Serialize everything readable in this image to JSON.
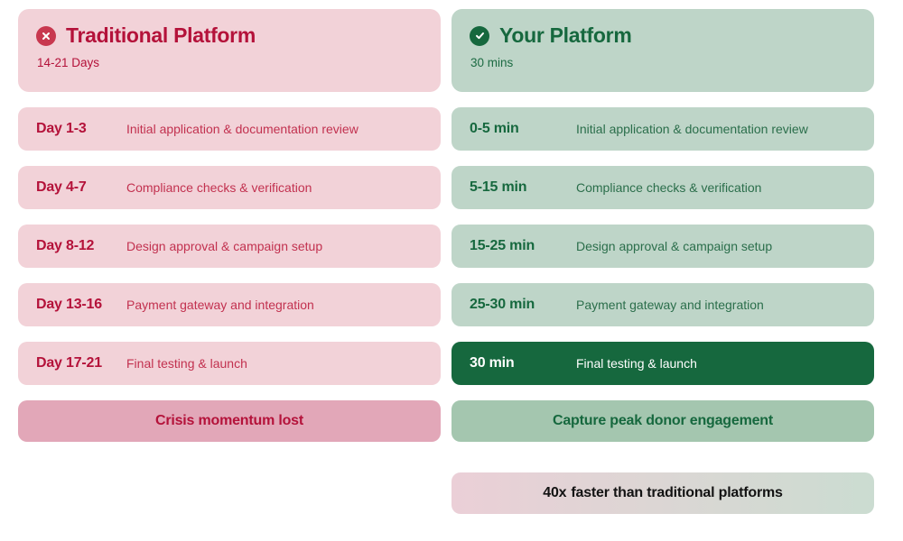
{
  "left": {
    "icon": "circle-cross-icon",
    "title": "Traditional Platform",
    "subtitle": "14-21 Days",
    "steps": [
      {
        "label": "Day 1-3",
        "desc": "Initial application & documentation review"
      },
      {
        "label": "Day 4-7",
        "desc": "Compliance checks & verification"
      },
      {
        "label": "Day 8-12",
        "desc": "Design approval & campaign setup"
      },
      {
        "label": "Day 13-16",
        "desc": "Payment gateway and integration"
      },
      {
        "label": "Day 17-21",
        "desc": "Final testing & launch"
      }
    ],
    "summary": "Crisis momentum lost",
    "colors": {
      "panel_bg": "#F2D2D8",
      "row_bg": "#F2D2D8",
      "summary_bg": "#E2A7B8",
      "accent": "#B4123A",
      "icon_bg": "#C8384F"
    }
  },
  "right": {
    "icon": "circle-check-icon",
    "title": "Your Platform",
    "subtitle": "30 mins",
    "steps": [
      {
        "label": "0-5 min",
        "desc": "Initial application & documentation review",
        "highlight": false
      },
      {
        "label": "5-15 min",
        "desc": "Compliance checks & verification",
        "highlight": false
      },
      {
        "label": "15-25 min",
        "desc": "Design approval & campaign setup",
        "highlight": false
      },
      {
        "label": "25-30 min",
        "desc": "Payment gateway and integration",
        "highlight": false
      },
      {
        "label": "30 min",
        "desc": "Final testing & launch",
        "highlight": true
      }
    ],
    "summary": "Capture peak donor engagement",
    "colors": {
      "panel_bg": "#BED5C8",
      "row_bg": "#BED5C8",
      "summary_bg": "#A4C6AF",
      "highlight_bg": "#16683E",
      "accent": "#16683E",
      "icon_bg": "#16683E"
    }
  },
  "banner": {
    "multiplier": "40x",
    "text": "faster than traditional platforms",
    "gradient_from": "#EBCFD7",
    "gradient_to": "#CBDCD1"
  }
}
